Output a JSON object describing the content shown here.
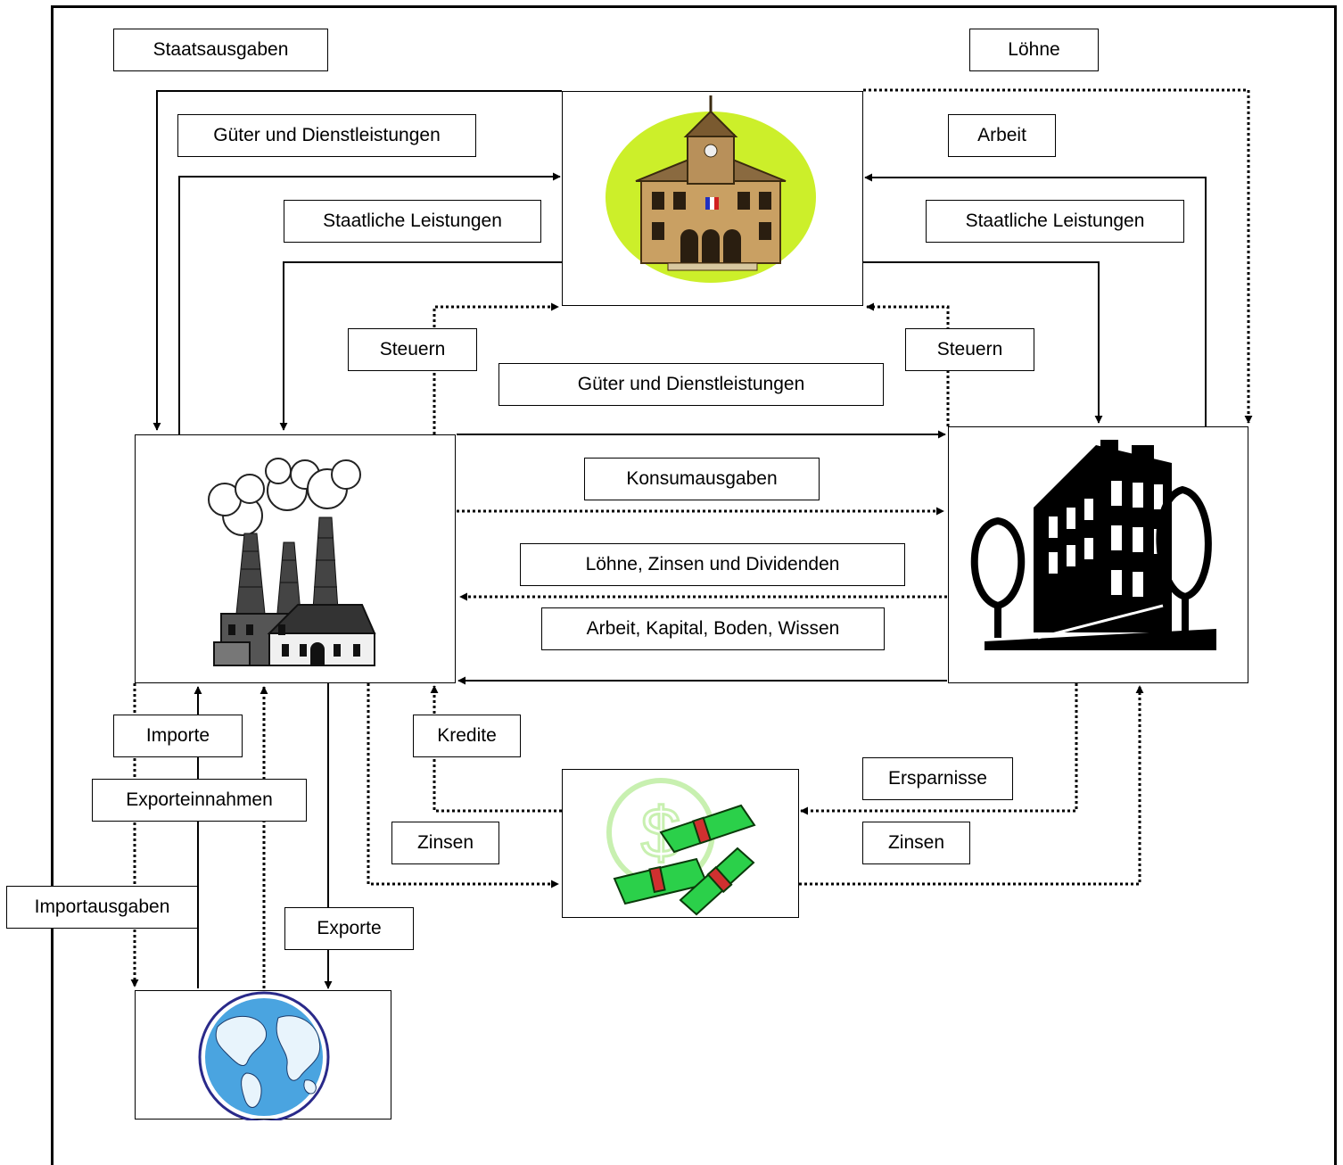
{
  "labels": {
    "staatsausgaben": "Staatsausgaben",
    "loehne_top": "Löhne",
    "gueter_top": "Güter und Dienstleistungen",
    "arbeit_top": "Arbeit",
    "staatliche_left": "Staatliche Leistungen",
    "staatliche_right": "Staatliche Leistungen",
    "steuern_left": "Steuern",
    "steuern_right": "Steuern",
    "gueter_mid": "Güter und Dienstleistungen",
    "konsumausgaben": "Konsumausgaben",
    "loehne_zinsen": "Löhne, Zinsen und Dividenden",
    "arbeit_kapital": "Arbeit, Kapital, Boden, Wissen",
    "importe": "Importe",
    "kredite": "Kredite",
    "exporteinnahmen": "Exporteinnahmen",
    "ersparnisse": "Ersparnisse",
    "zinsen_left": "Zinsen",
    "zinsen_right": "Zinsen",
    "importausgaben": "Importausgaben",
    "exporte": "Exporte"
  },
  "nodes": {
    "government": "government-icon",
    "firms": "factory-icon",
    "households": "houses-icon",
    "bank": "money-icon",
    "world": "globe-icon"
  }
}
